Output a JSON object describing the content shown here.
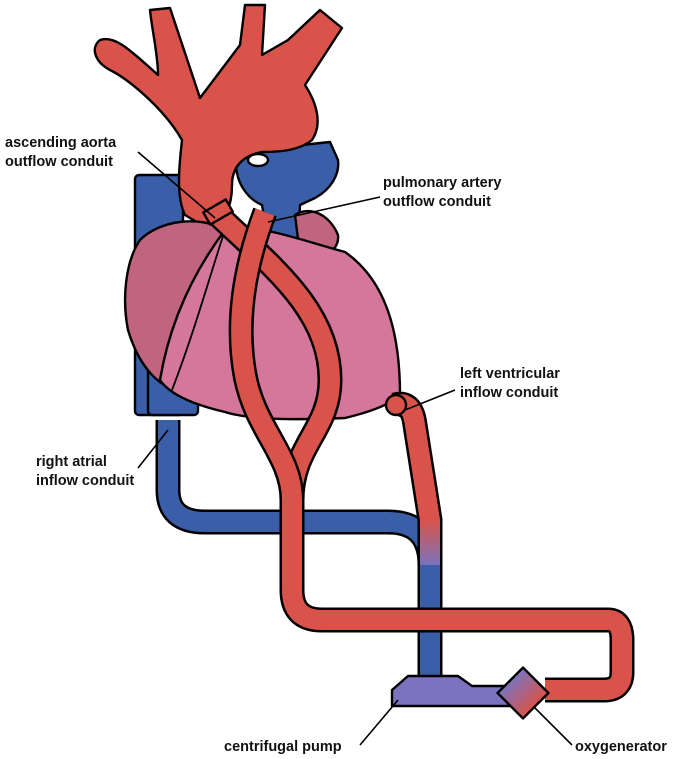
{
  "labels": {
    "ascending_aorta": [
      "ascending aorta",
      "outflow conduit"
    ],
    "pulmonary_artery": [
      "pulmonary artery",
      "outflow conduit"
    ],
    "left_ventricular": [
      "left ventricular",
      "inflow conduit"
    ],
    "right_atrial": [
      "right atrial",
      "inflow conduit"
    ],
    "centrifugal_pump": "centrifugal pump",
    "oxygenerator": "oxygenerator"
  },
  "colors": {
    "arterial_red": "#d9534a",
    "venous_blue": "#3a5fa8",
    "mixed_purple": "#7b73bd",
    "ventricle_pink": "#d4779b",
    "atrium_pink": "#c0647f",
    "outline": "#000000"
  }
}
